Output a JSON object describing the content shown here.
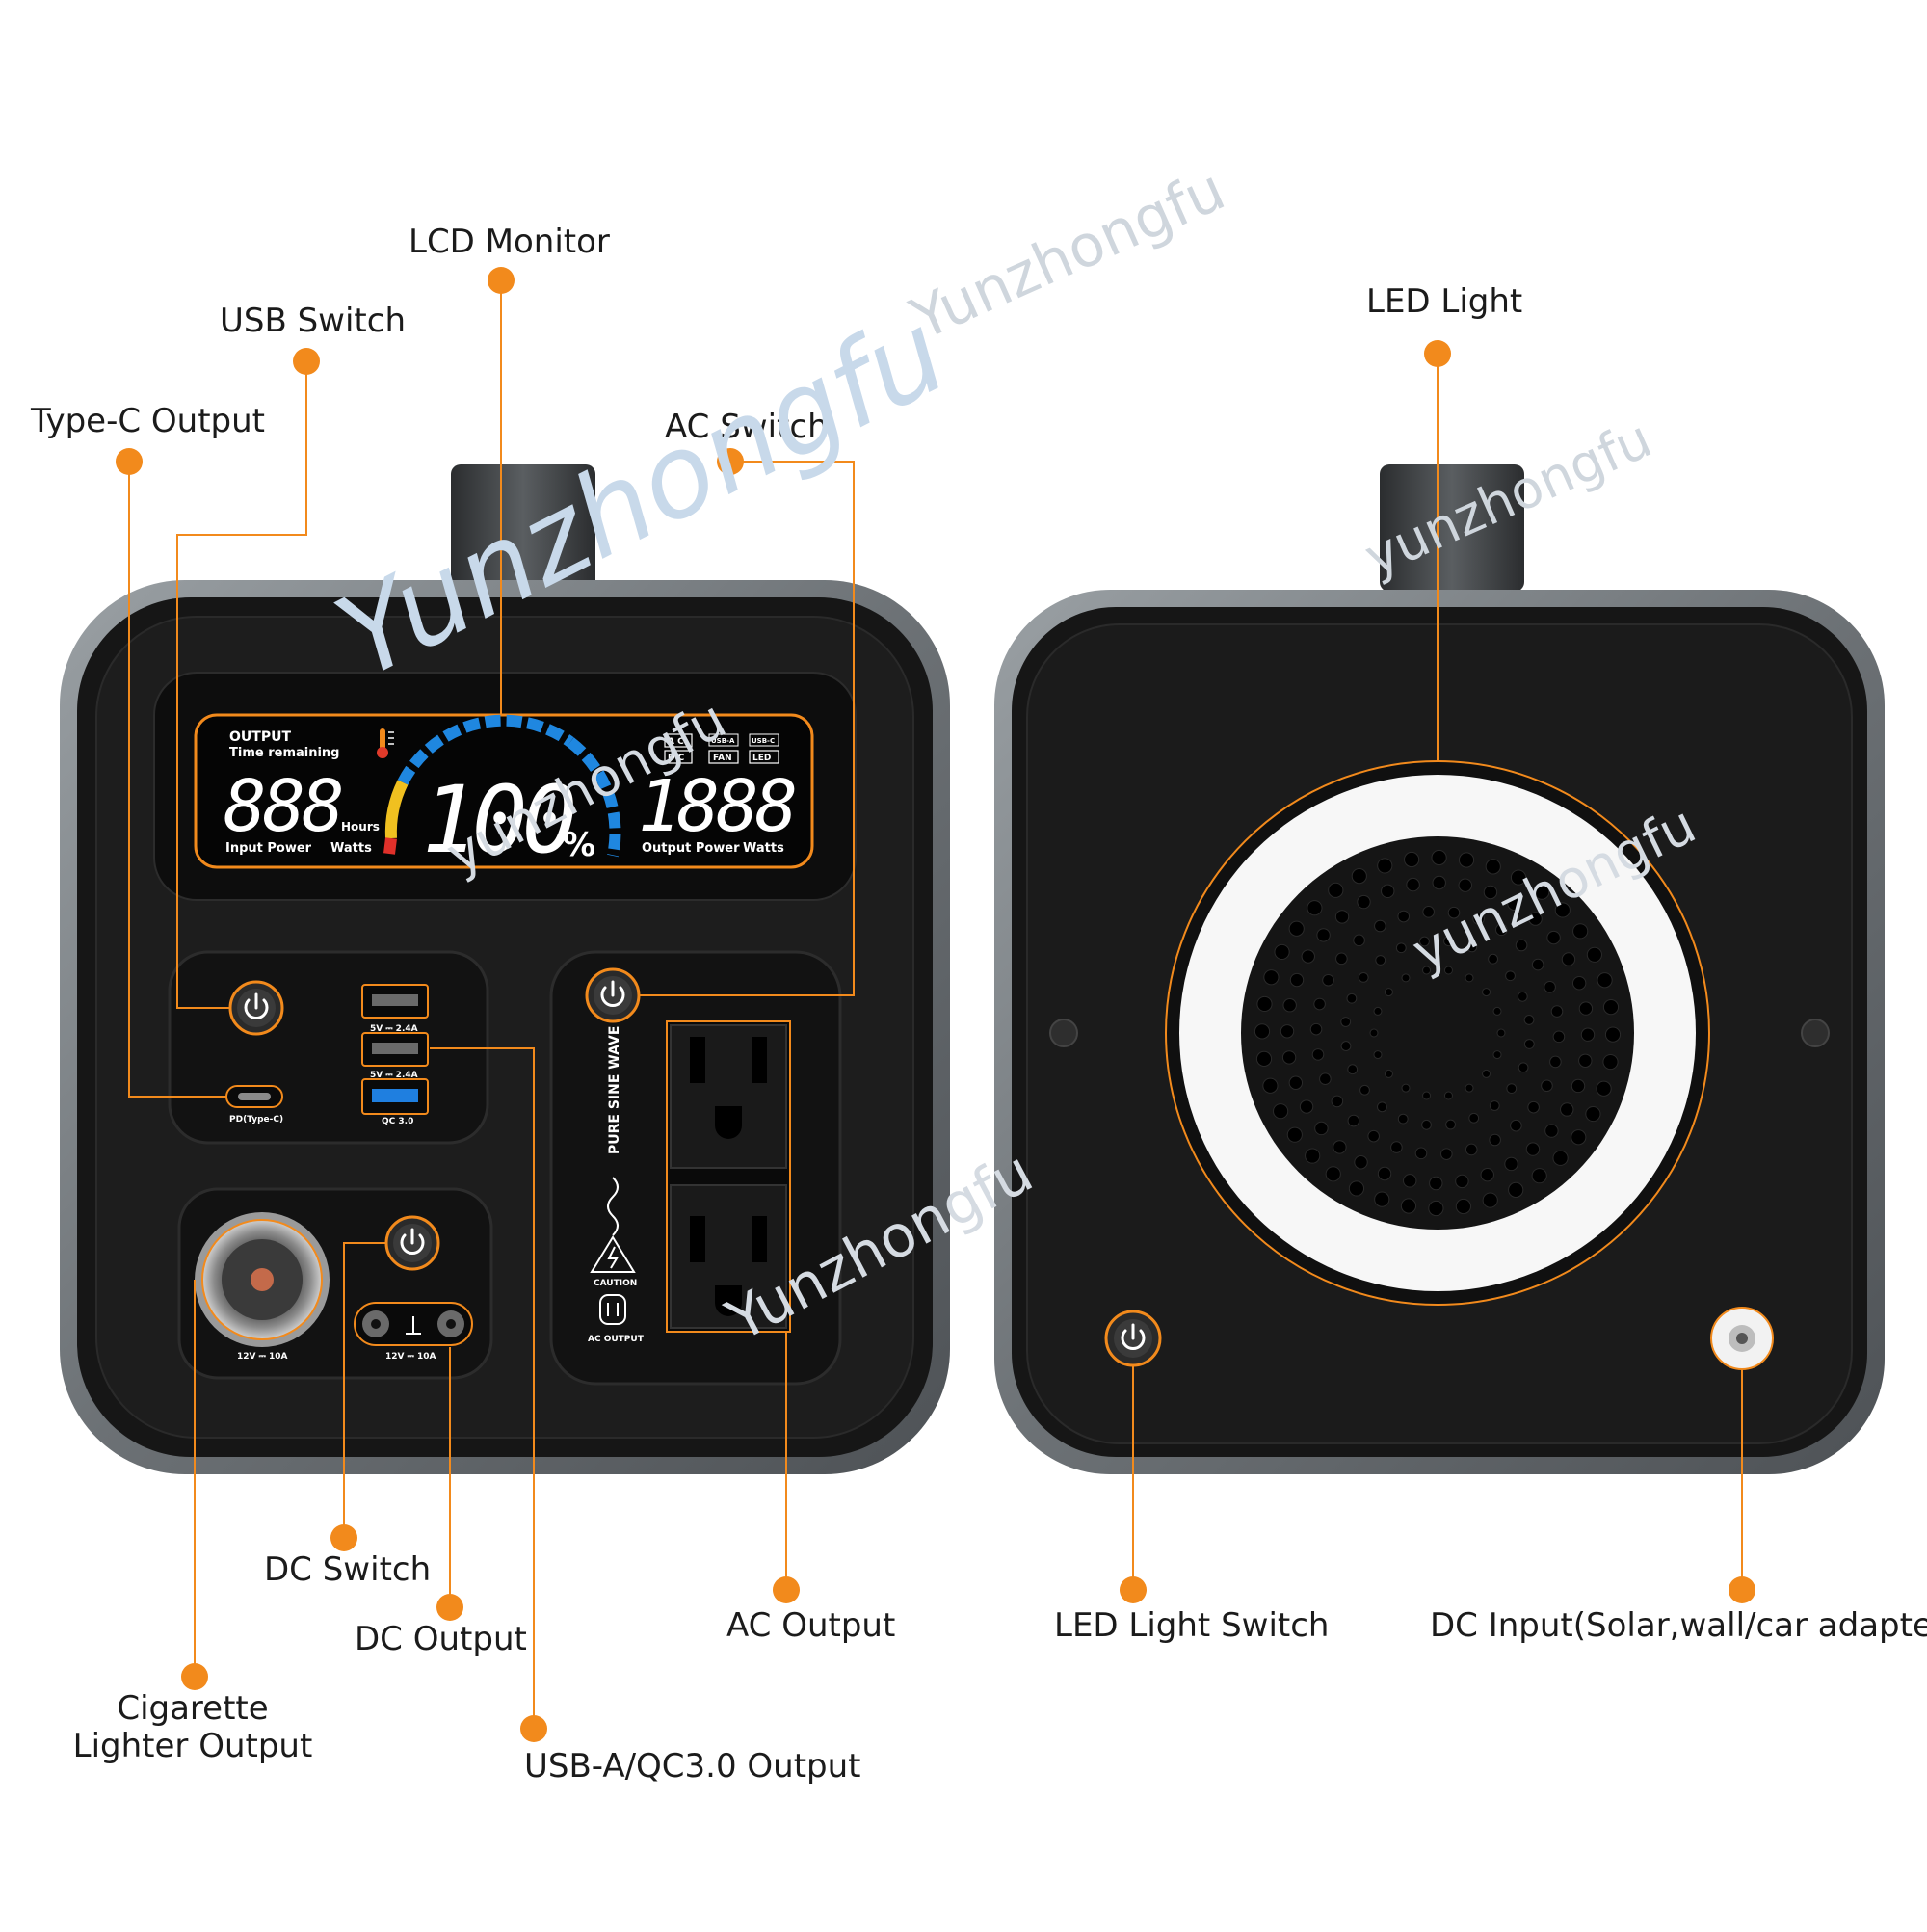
{
  "labels": {
    "lcd_monitor": "LCD Monitor",
    "usb_switch": "USB Switch",
    "type_c_output": "Type-C Output",
    "ac_switch": "AC Switch",
    "led_light": "LED Light",
    "dc_switch": "DC Switch",
    "dc_output": "DC Output",
    "ac_output": "AC Output",
    "cigarette_lighter_line1": "Cigarette",
    "cigarette_lighter_line2": "Lighter Output",
    "usb_a_qc_output": "USB-A/QC3.0 Output",
    "led_light_switch": "LED Light Switch",
    "dc_input": "DC Input(Solar,wall/car adapter)"
  },
  "lcd": {
    "output": "OUTPUT",
    "time_remaining": "Time remaining",
    "left_digits": "888",
    "hours": "Hours",
    "input_power": "Input Power",
    "watts_left": "Watts",
    "percent_digits": "100",
    "percent_sign": "%",
    "right_digits": "1888",
    "output_power": "Output Power",
    "watts_right": "Watts",
    "icon_ac": "A C",
    "icon_dc": "D C",
    "icon_usba": "USB-A",
    "icon_fan": "FAN",
    "icon_usbc": "USB-C",
    "icon_led": "LED"
  },
  "panel": {
    "usb1": "5V ⎓ 2.4A",
    "usb2": "5V ⎓ 2.4A",
    "qc": "QC 3.0",
    "pd": "PD(Type-C)",
    "pure_sine": "PURE SINE WAVE",
    "caution": "CAUTION",
    "ac_output": "AC OUTPUT",
    "cig_rating": "12V ⎓ 10A",
    "dc_rating": "12V ⎓ 10A"
  },
  "watermarks": [
    {
      "text": "Yunzhongfu",
      "color": "#c8d9ea"
    },
    {
      "text": "Yunzhongfu",
      "color": "#cfd6dd"
    },
    {
      "text": "yunzhongfu",
      "color": "#cfd6dd"
    },
    {
      "text": "yunzhongfu",
      "color": "#d5dbe2"
    },
    {
      "text": "Yunzhongfu",
      "color": "#d5dbe2"
    },
    {
      "text": "yunzhongfu",
      "color": "#d5dbe2"
    }
  ],
  "colors": {
    "accent": "#f28a1c",
    "body": "#1a1a1a",
    "frame": "#6f7478",
    "lcd_blue": "#1f87e0"
  }
}
